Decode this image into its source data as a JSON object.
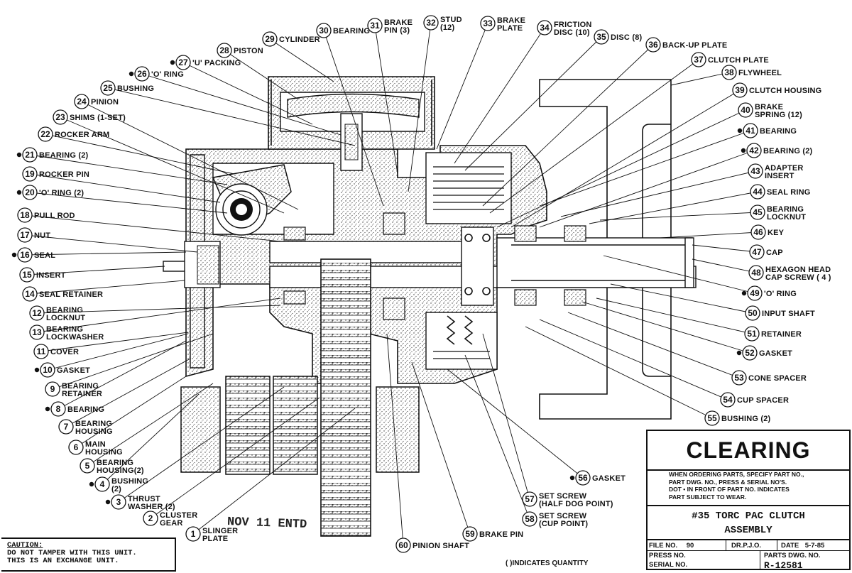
{
  "callouts": [
    {
      "num": "1",
      "label": "SLINGER",
      "label2": "PLATE",
      "dot": false
    },
    {
      "num": "2",
      "label": "CLUSTER",
      "label2": "GEAR",
      "dot": false
    },
    {
      "num": "3",
      "label": "THRUST",
      "label2": "WASHER (2)",
      "dot": true
    },
    {
      "num": "4",
      "label": "BUSHING",
      "label2": "(2)",
      "dot": true
    },
    {
      "num": "5",
      "label": "BEARING",
      "label2": "HOUSING(2)",
      "dot": false
    },
    {
      "num": "6",
      "label": "MAIN",
      "label2": "HOUSING",
      "dot": false
    },
    {
      "num": "7",
      "label": "BEARING",
      "label2": "HOUSING",
      "dot": false
    },
    {
      "num": "8",
      "label": "BEARING",
      "label2": "",
      "dot": true
    },
    {
      "num": "9",
      "label": "BEARING",
      "label2": "RETAINER",
      "dot": false
    },
    {
      "num": "10",
      "label": "GASKET",
      "label2": "",
      "dot": true
    },
    {
      "num": "11",
      "label": "COVER",
      "label2": "",
      "dot": false
    },
    {
      "num": "12",
      "label": "BEARING",
      "label2": "LOCKNUT",
      "dot": false
    },
    {
      "num": "13",
      "label": "BEARING",
      "label2": "LOCKWASHER",
      "dot": false
    },
    {
      "num": "14",
      "label": "SEAL RETAINER",
      "label2": "",
      "dot": false
    },
    {
      "num": "15",
      "label": "INSERT",
      "label2": "",
      "dot": false
    },
    {
      "num": "16",
      "label": "SEAL",
      "label2": "",
      "dot": true
    },
    {
      "num": "17",
      "label": "NUT",
      "label2": "",
      "dot": false
    },
    {
      "num": "18",
      "label": "PULL ROD",
      "label2": "",
      "dot": false
    },
    {
      "num": "19",
      "label": "ROCKER PIN",
      "label2": "",
      "dot": false
    },
    {
      "num": "20",
      "label": "'O' RING (2)",
      "label2": "",
      "dot": true
    },
    {
      "num": "21",
      "label": "BEARING (2)",
      "label2": "",
      "dot": true
    },
    {
      "num": "22",
      "label": "ROCKER ARM",
      "label2": "",
      "dot": false
    },
    {
      "num": "23",
      "label": "SHIMS (1-SET)",
      "label2": "",
      "dot": false
    },
    {
      "num": "24",
      "label": "PINION",
      "label2": "",
      "dot": false
    },
    {
      "num": "25",
      "label": "BUSHING",
      "label2": "",
      "dot": false
    },
    {
      "num": "26",
      "label": "'O' RING",
      "label2": "",
      "dot": true
    },
    {
      "num": "27",
      "label": "'U' PACKING",
      "label2": "",
      "dot": true
    },
    {
      "num": "28",
      "label": "PISTON",
      "label2": "",
      "dot": false
    },
    {
      "num": "29",
      "label": "CYLINDER",
      "label2": "",
      "dot": false
    },
    {
      "num": "30",
      "label": "BEARING",
      "label2": "",
      "dot": false
    },
    {
      "num": "31",
      "label": "BRAKE",
      "label2": "PIN (3)",
      "dot": false
    },
    {
      "num": "32",
      "label": "STUD",
      "label2": "(12)",
      "dot": false
    },
    {
      "num": "33",
      "label": "BRAKE",
      "label2": "PLATE",
      "dot": false
    },
    {
      "num": "34",
      "label": "FRICTION",
      "label2": "DISC (10)",
      "dot": false
    },
    {
      "num": "35",
      "label": "DISC (8)",
      "label2": "",
      "dot": false
    },
    {
      "num": "36",
      "label": "BACK-UP PLATE",
      "label2": "",
      "dot": false
    },
    {
      "num": "37",
      "label": "CLUTCH PLATE",
      "label2": "",
      "dot": false
    },
    {
      "num": "38",
      "label": "FLYWHEEL",
      "label2": "",
      "dot": false
    },
    {
      "num": "39",
      "label": "CLUTCH HOUSING",
      "label2": "",
      "dot": false
    },
    {
      "num": "40",
      "label": "BRAKE",
      "label2": "SPRING (12)",
      "dot": false
    },
    {
      "num": "41",
      "label": "BEARING",
      "label2": "",
      "dot": true
    },
    {
      "num": "42",
      "label": "BEARING (2)",
      "label2": "",
      "dot": true
    },
    {
      "num": "43",
      "label": "ADAPTER",
      "label2": "INSERT",
      "dot": false
    },
    {
      "num": "44",
      "label": "SEAL RING",
      "label2": "",
      "dot": false
    },
    {
      "num": "45",
      "label": "BEARING",
      "label2": "LOCKNUT",
      "dot": false
    },
    {
      "num": "46",
      "label": "KEY",
      "label2": "",
      "dot": false
    },
    {
      "num": "47",
      "label": "CAP",
      "label2": "",
      "dot": false
    },
    {
      "num": "48",
      "label": "HEXAGON HEAD",
      "label2": "CAP SCREW ( 4 )",
      "dot": false
    },
    {
      "num": "49",
      "label": "'O' RING",
      "label2": "",
      "dot": true
    },
    {
      "num": "50",
      "label": "INPUT SHAFT",
      "label2": "",
      "dot": false
    },
    {
      "num": "51",
      "label": "RETAINER",
      "label2": "",
      "dot": false
    },
    {
      "num": "52",
      "label": "GASKET",
      "label2": "",
      "dot": true
    },
    {
      "num": "53",
      "label": "CONE SPACER",
      "label2": "",
      "dot": false
    },
    {
      "num": "54",
      "label": "CUP SPACER",
      "label2": "",
      "dot": false
    },
    {
      "num": "55",
      "label": "BUSHING (2)",
      "label2": "",
      "dot": false
    },
    {
      "num": "56",
      "label": "GASKET",
      "label2": "",
      "dot": true
    },
    {
      "num": "57",
      "label": "SET SCREW",
      "label2": "(HALF DOG POINT)",
      "dot": false
    },
    {
      "num": "58",
      "label": "SET SCREW",
      "label2": "(CUP POINT)",
      "dot": false
    },
    {
      "num": "59",
      "label": "BRAKE PIN",
      "label2": "",
      "dot": false
    },
    {
      "num": "60",
      "label": "PINION SHAFT",
      "label2": "",
      "dot": false
    }
  ],
  "title_block": {
    "brand": "CLEARING",
    "instructions": [
      "WHEN ORDERING PARTS, SPECIFY PART NO.,",
      "PART DWG. NO., PRESS & SERIAL NO'S.",
      "DOT • IN FRONT OF PART NO. INDICATES",
      "PART SUBJECT TO WEAR."
    ],
    "title_line1": "#35 TORC PAC CLUTCH",
    "title_line2": "ASSEMBLY",
    "file_no_label": "FILE NO.",
    "file_no": "90",
    "dr_label": "DR.P.J.O.",
    "date_label": "DATE",
    "date": "5-7-85",
    "press_no_label": "PRESS NO.",
    "serial_no_label": "SERIAL NO.",
    "parts_dwg_label": "PARTS DWG. NO.",
    "parts_dwg_no": "R-12581"
  },
  "caution": {
    "line1": "CAUTION:",
    "line2": "DO NOT TAMPER WITH THIS UNIT.",
    "line3": "THIS IS AN EXCHANGE UNIT."
  },
  "stamp": "NOV 11 ENTD",
  "quantity_note": "( )INDICATES QUANTITY"
}
